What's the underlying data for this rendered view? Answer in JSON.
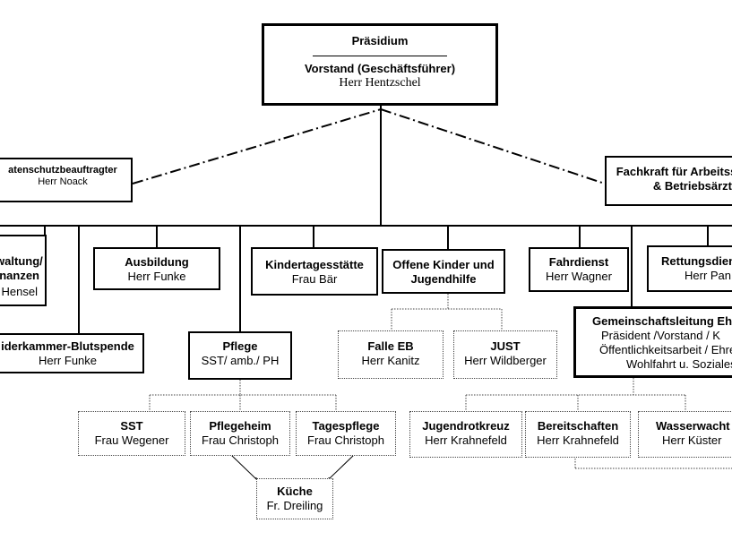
{
  "top": {
    "title": "Präsidium",
    "subtitle": "Vorstand (Geschäftsführer)",
    "person": "Herr Hentzschel"
  },
  "staff": {
    "datenschutz": {
      "title": "atenschutzbeauftragter",
      "person": "Herr Noack"
    },
    "fachkraft": {
      "line1": "Fachkraft für Arbeitss",
      "line2": "& Betriebsärzt"
    }
  },
  "departments": {
    "verwaltung": {
      "line1": "rwaltung/",
      "line2": "inanzen",
      "person": "Hensel"
    },
    "kleiderkammer": {
      "title": "iderkammer-Blutspende",
      "person": "Herr Funke"
    },
    "ausbildung": {
      "title": "Ausbildung",
      "person": "Herr Funke"
    },
    "pflege": {
      "title": "Pflege",
      "sub": "SST/ amb./ PH"
    },
    "kita": {
      "title": "Kindertagesstätte",
      "person": "Frau Bär"
    },
    "offene": {
      "line1": "Offene Kinder und",
      "line2": "Jugendhilfe"
    },
    "fahrdienst": {
      "title": "Fahrdienst",
      "person": "Herr Wagner"
    },
    "rettung": {
      "title": "Rettungsdien",
      "person": "Herr Pan"
    },
    "gemeinschaft": {
      "title": "Gemeinschaftsleitung Ehr",
      "line1": "Präsident /Vorstand / K",
      "line2": "Öffentlichkeitsarbeit / Ehre",
      "line3": "Wohlfahrt u. Soziales"
    }
  },
  "units": {
    "falle": {
      "title": "Falle EB",
      "person": "Herr Kanitz"
    },
    "just": {
      "title": "JUST",
      "person": "Herr Wildberger"
    },
    "sst": {
      "title": "SST",
      "person": "Frau Wegener"
    },
    "pflegeheim": {
      "title": "Pflegeheim",
      "person": "Frau Christoph"
    },
    "tagespflege": {
      "title": "Tagespflege",
      "person": "Frau Christoph"
    },
    "kueche": {
      "title": "Küche",
      "person": "Fr. Dreiling"
    },
    "jrk": {
      "title": "Jugendrotkreuz",
      "person": "Herr Krahnefeld"
    },
    "bereitschaften": {
      "title": "Bereitschaften",
      "person": "Herr Krahnefeld"
    },
    "wasserwacht": {
      "title": "Wasserwacht",
      "person": "Herr Küster"
    }
  }
}
